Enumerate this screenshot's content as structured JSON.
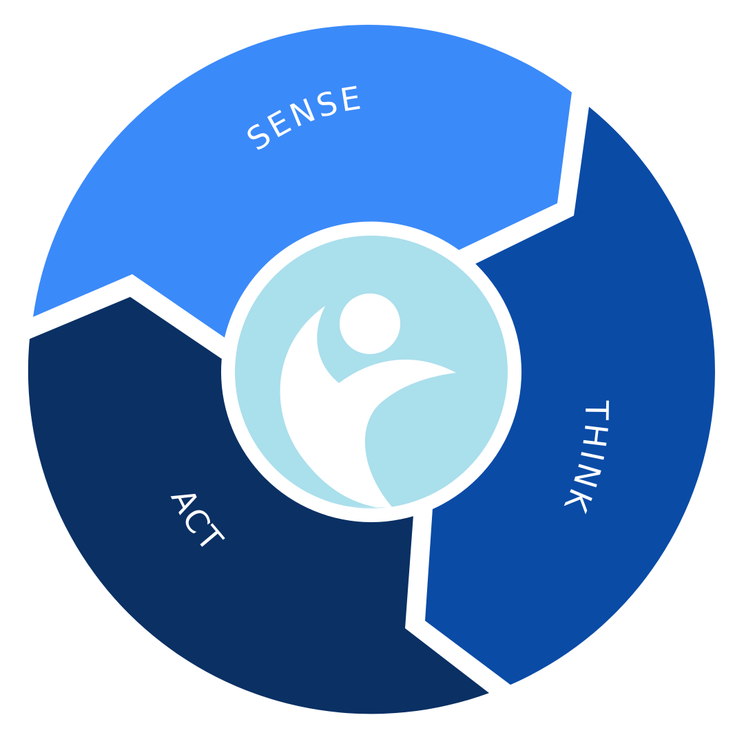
{
  "diagram": {
    "segments": [
      {
        "id": "sense",
        "label": "SENSE",
        "color": "#3b8af9"
      },
      {
        "id": "think",
        "label": "THINK",
        "color": "#0a4ba6"
      },
      {
        "id": "act",
        "label": "ACT",
        "color": "#0a3064"
      }
    ],
    "hub": {
      "fill": "#aadfec",
      "ring": "#ffffff",
      "icon": "person-arms-raised-icon"
    }
  }
}
